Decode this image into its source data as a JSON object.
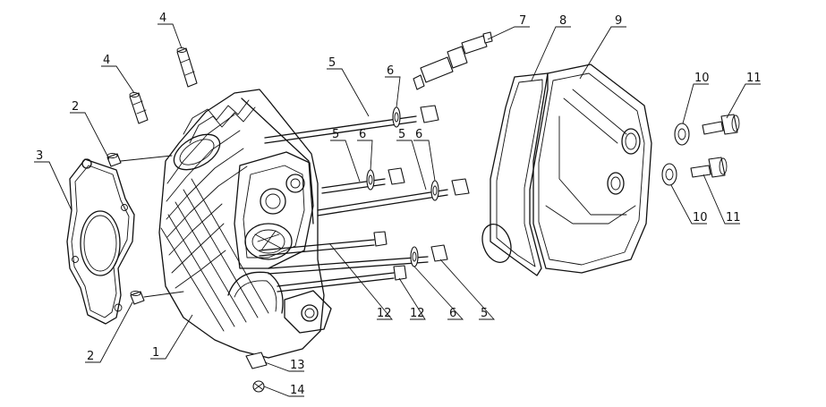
{
  "diagram": {
    "callouts": [
      "1",
      "2",
      "3",
      "4",
      "5",
      "6",
      "7",
      "8",
      "9",
      "10",
      "11",
      "12",
      "13",
      "14"
    ]
  },
  "labels": {
    "n1": "1",
    "n2a": "2",
    "n2b": "2",
    "n3": "3",
    "n4a": "4",
    "n4b": "4",
    "n5a": "5",
    "n5b": "5",
    "n5c": "5",
    "n5d": "5",
    "n6a": "6",
    "n6b": "6",
    "n6c": "6",
    "n6d": "6",
    "n7": "7",
    "n8": "8",
    "n9": "9",
    "n10a": "10",
    "n10b": "10",
    "n11a": "11",
    "n11b": "11",
    "n12a": "12",
    "n12b": "12",
    "n13": "13",
    "n14": "14"
  }
}
